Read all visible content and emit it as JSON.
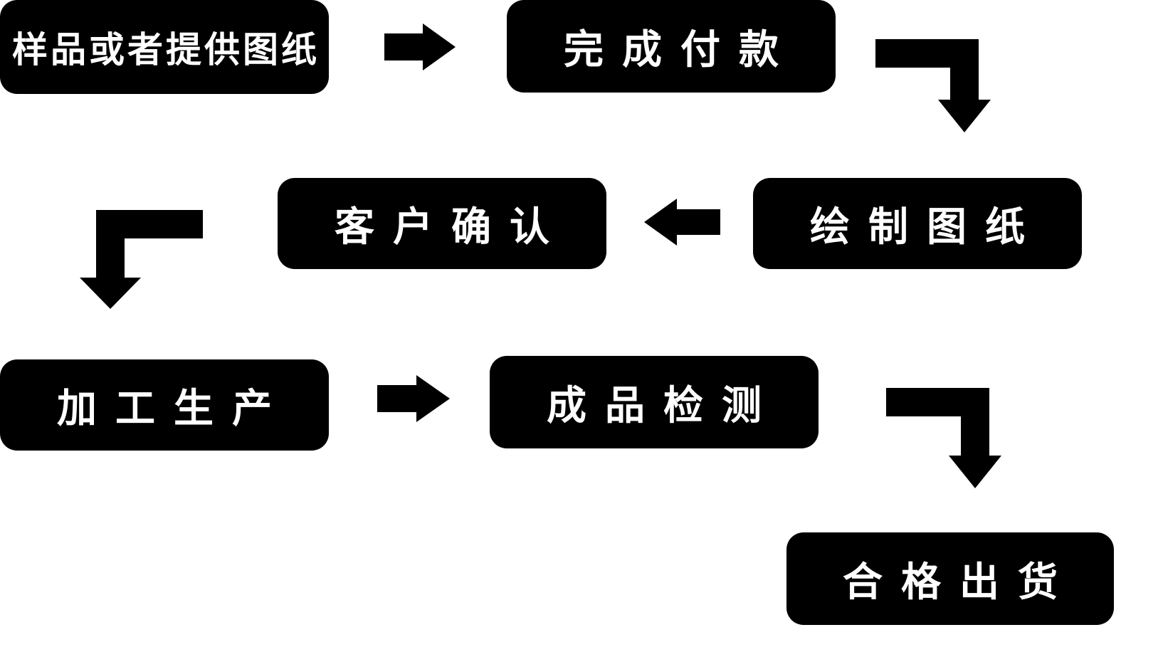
{
  "diagram": {
    "background_color": "#ffffff",
    "node_color": "#000000",
    "text_color": "#ffffff",
    "arrow_color": "#000000",
    "nodes": [
      {
        "id": "n1",
        "label": "样品或者提供图纸"
      },
      {
        "id": "n2",
        "label": "完成付款"
      },
      {
        "id": "n3",
        "label": "绘制图纸"
      },
      {
        "id": "n4",
        "label": "客户确认"
      },
      {
        "id": "n5",
        "label": "加工生产"
      },
      {
        "id": "n6",
        "label": "成品检测"
      },
      {
        "id": "n7",
        "label": "合格出货"
      }
    ],
    "edges": [
      {
        "from": "n1",
        "to": "n2",
        "shape": "straight-right"
      },
      {
        "from": "n2",
        "to": "n3",
        "shape": "elbow-right-down"
      },
      {
        "from": "n3",
        "to": "n4",
        "shape": "straight-left"
      },
      {
        "from": "n4",
        "to": "n5",
        "shape": "elbow-left-down"
      },
      {
        "from": "n5",
        "to": "n6",
        "shape": "straight-right"
      },
      {
        "from": "n6",
        "to": "n7",
        "shape": "elbow-right-down"
      }
    ]
  }
}
